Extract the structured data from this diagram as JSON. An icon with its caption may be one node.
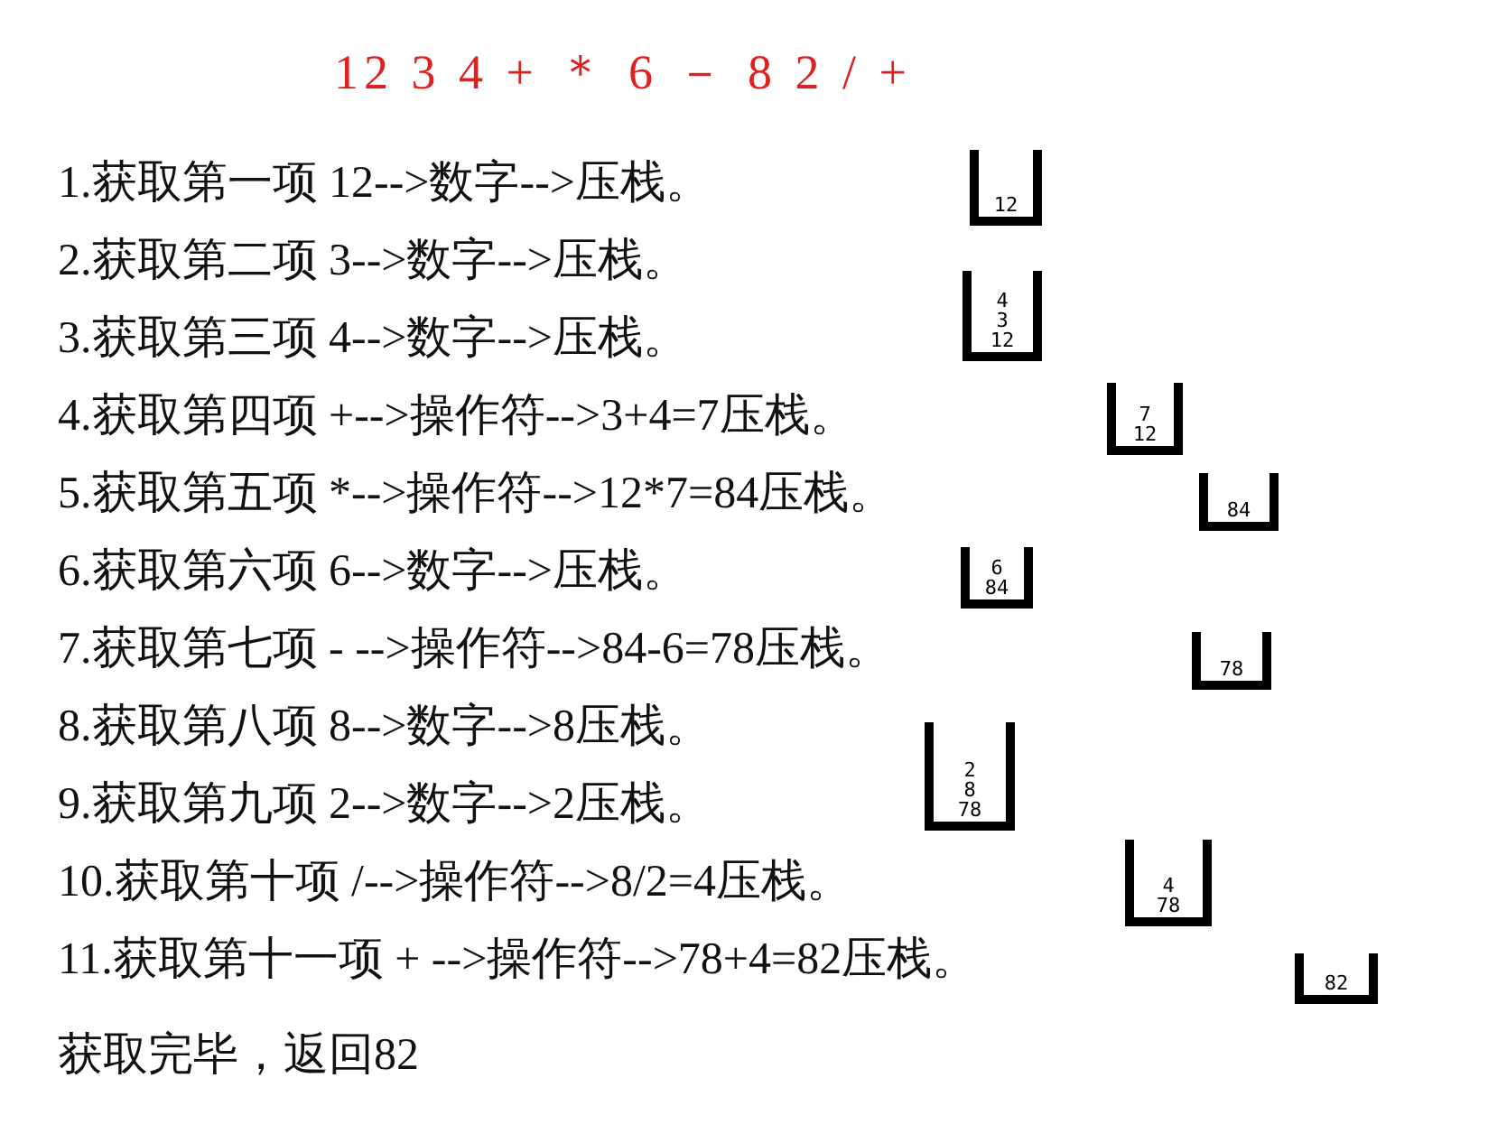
{
  "diagram": {
    "title": "12 3 4 + ＊ 6 － 8 2 / +",
    "nodes": [
      {
        "text": [
          "12"
        ]
      },
      {
        "text": [
          "4",
          "3",
          "12"
        ]
      },
      {
        "text": [
          "7",
          "12"
        ]
      },
      {
        "text": [
          "84"
        ]
      },
      {
        "text": [
          "6",
          "84"
        ]
      },
      {
        "text": [
          "78"
        ]
      },
      {
        "text": [
          "2",
          "8",
          "78"
        ]
      },
      {
        "text": [
          "4",
          "78"
        ]
      },
      {
        "text": [
          "82"
        ]
      }
    ],
    "edges": [],
    "labels": [
      "1.获取第一项 12-->数字-->压栈。",
      "2.获取第二项 3-->数字-->压栈。",
      "3.获取第三项 4-->数字-->压栈。",
      "4.获取第四项 +-->操作符-->3+4=7压栈。",
      "5.获取第五项 *-->操作符-->12*7=84压栈。",
      "6.获取第六项 6-->数字-->压栈。",
      "7.获取第七项 - -->操作符-->84-6=78压栈。",
      "8.获取第八项 8-->数字-->8压栈。",
      "9.获取第九项 2-->数字-->2压栈。",
      "10.获取第十项 /-->操作符-->8/2=4压栈。",
      "11.获取第十一项 + -->操作符-->78+4=82压栈。",
      "获取完毕，返回82"
    ]
  }
}
